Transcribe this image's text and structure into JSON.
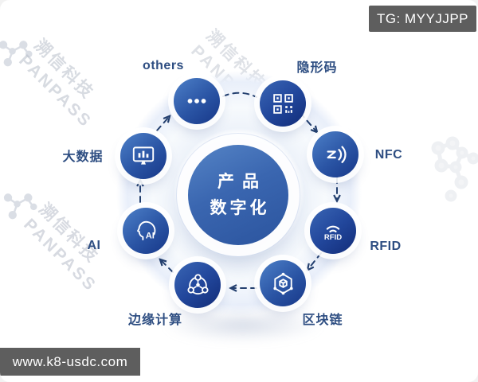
{
  "overlays": {
    "tg_badge": "TG: MYYJJPP",
    "url_badge": "www.k8-usdc.com"
  },
  "watermark": {
    "cn": "溯信科技",
    "en": "PANPASS"
  },
  "diagram": {
    "center": {
      "line1": "产品",
      "line2": "数字化"
    },
    "nodes": [
      {
        "id": "others",
        "label": "others",
        "icon": "ellipsis-icon"
      },
      {
        "id": "invisible-code",
        "label": "隐形码",
        "icon": "qr-code-icon"
      },
      {
        "id": "nfc",
        "label": "NFC",
        "icon": "nfc-wave-icon"
      },
      {
        "id": "rfid",
        "label": "RFID",
        "icon": "rfid-signal-icon",
        "icon_text": "RFID"
      },
      {
        "id": "blockchain",
        "label": "区块链",
        "icon": "blockchain-cube-icon"
      },
      {
        "id": "edge-computing",
        "label": "边缘计算",
        "icon": "network-hub-icon"
      },
      {
        "id": "ai",
        "label": "AI",
        "icon": "ai-head-icon",
        "icon_text": "AI"
      },
      {
        "id": "big-data",
        "label": "大数据",
        "icon": "bar-chart-monitor-icon"
      }
    ],
    "colors": {
      "node_blue": "#2a55a8",
      "node_dark": "#16337e",
      "label": "#2e4e82",
      "arrow": "#24406f",
      "badge_bg": "#5e5e5e",
      "center_text": "#ffffff"
    }
  }
}
